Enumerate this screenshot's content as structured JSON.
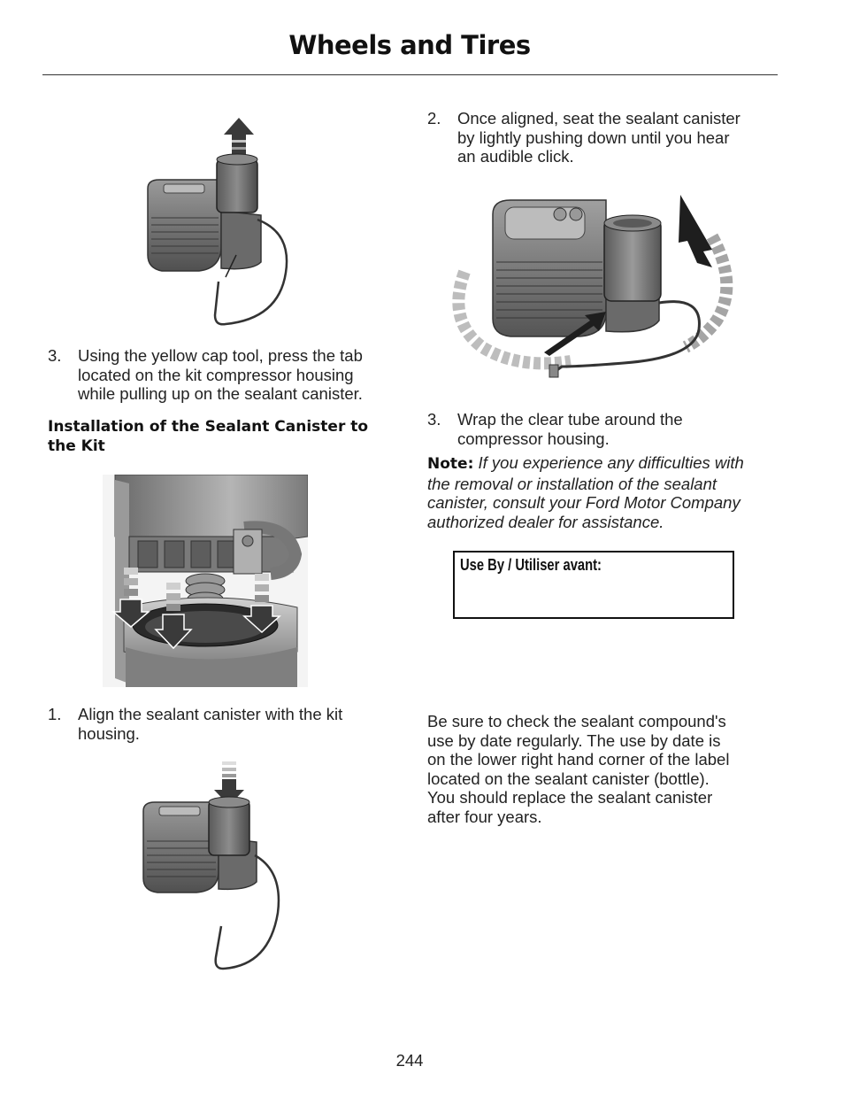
{
  "header": {
    "title": "Wheels and Tires"
  },
  "left": {
    "step3": {
      "num": "3.",
      "lines": [
        "Using the yellow cap tool, press the tab",
        "located on the kit compressor housing",
        "while pulling up on the sealant canister."
      ]
    },
    "subheading": [
      "Installation of the Sealant Canister to",
      "the Kit"
    ],
    "step1": {
      "num": "1.",
      "lines": [
        "Align the sealant canister with the kit",
        "housing."
      ]
    }
  },
  "right": {
    "step2": {
      "num": "2.",
      "lines": [
        "Once aligned, seat the sealant canister",
        "by lightly pushing down until you hear",
        "an audible click."
      ]
    },
    "step3": {
      "num": "3.",
      "lines": [
        "Wrap the clear tube around the",
        "compressor housing."
      ]
    },
    "note": {
      "label": "Note:",
      "lines": [
        " If you experience any difficulties with",
        "the removal or installation of the sealant",
        "canister, consult your Ford Motor Company",
        "authorized dealer for assistance."
      ]
    },
    "label_box": {
      "text": "Use By / Utiliser avant:"
    },
    "paragraph": [
      "Be sure to check the sealant compound's",
      "use by date regularly. The use by date is",
      "on the lower right hand corner of the label",
      "located on the sealant canister (bottle).",
      "You should replace the sealant canister",
      "after four years."
    ]
  },
  "footer": {
    "page_number": "244"
  }
}
